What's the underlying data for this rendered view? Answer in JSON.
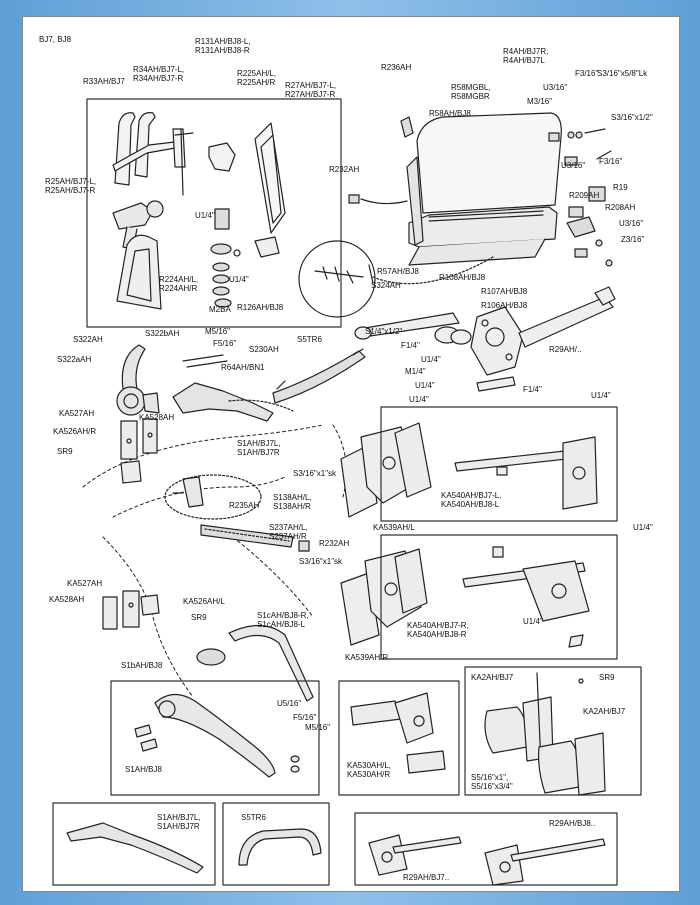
{
  "diagram": {
    "model_header": "BJ7, BJ8",
    "parts": [
      {
        "id": "r131ah",
        "text": "R131AH/BJ8-L,\nR131AH/BJ8-R"
      },
      {
        "id": "r4ah",
        "text": "R4AH/BJ7R,\nR4AH/BJ7L"
      },
      {
        "id": "r34ah",
        "text": "R34AH/BJ7-L,\nR34AH/BJ7-R"
      },
      {
        "id": "r33ah",
        "text": "R33AH/BJ7"
      },
      {
        "id": "r225ah",
        "text": "R225AH/L,\nR225AH/R"
      },
      {
        "id": "r27ah",
        "text": "R27AH/BJ7-L,\nR27AH/BJ7-R"
      },
      {
        "id": "r236ah",
        "text": "R236AH"
      },
      {
        "id": "f3_16_a",
        "text": "F3/16\""
      },
      {
        "id": "s3_16x5_8lk",
        "text": "S3/16\"x5/8\"Lk"
      },
      {
        "id": "u3_16_a",
        "text": "U3/16\""
      },
      {
        "id": "m3_16",
        "text": "M3/16\""
      },
      {
        "id": "r58mgbl",
        "text": "R58MGBL,\nR58MGBR"
      },
      {
        "id": "r58ah",
        "text": "R58AH/BJ8"
      },
      {
        "id": "s3_16x1_2",
        "text": "S3/16\"x1/2\""
      },
      {
        "id": "f3_16_b",
        "text": "F3/16\""
      },
      {
        "id": "u3_16_b",
        "text": "U3/16\""
      },
      {
        "id": "r232ah_a",
        "text": "R232AH"
      },
      {
        "id": "r25ah",
        "text": "R25AH/BJ7-L,\nR25AH/BJ7-R"
      },
      {
        "id": "r19",
        "text": "R19"
      },
      {
        "id": "r209ah",
        "text": "R209AH"
      },
      {
        "id": "r208ah",
        "text": "R208AH"
      },
      {
        "id": "u3_16_c",
        "text": "U3/16\""
      },
      {
        "id": "z3_16",
        "text": "Z3/16\""
      },
      {
        "id": "u1_4_a",
        "text": "U1/4\""
      },
      {
        "id": "r224ah",
        "text": "R224AH/L,\nR224AH/R"
      },
      {
        "id": "u1_4_b",
        "text": "U1/4\""
      },
      {
        "id": "m2ba",
        "text": "M2BA"
      },
      {
        "id": "r126ah",
        "text": "R126AH/BJ8"
      },
      {
        "id": "r57ah",
        "text": "R57AH/BJ8"
      },
      {
        "id": "r108ah",
        "text": "R108AH/BJ8"
      },
      {
        "id": "s324ah",
        "text": "S324AH"
      },
      {
        "id": "r107ah",
        "text": "R107AH/BJ8"
      },
      {
        "id": "r106ah",
        "text": "R106AH/BJ8"
      },
      {
        "id": "s1_4x1_2",
        "text": "S1/4\"x1/2\""
      },
      {
        "id": "f1_4_a",
        "text": "F1/4\""
      },
      {
        "id": "u1_4_c",
        "text": "U1/4\""
      },
      {
        "id": "r29ah_a",
        "text": "R29AH/.."
      },
      {
        "id": "m5_16_a",
        "text": "M5/16\""
      },
      {
        "id": "f5_16_a",
        "text": "F5/16\""
      },
      {
        "id": "s322ah",
        "text": "S322AH"
      },
      {
        "id": "s322bah",
        "text": "S322bAH"
      },
      {
        "id": "s322aah",
        "text": "S322aAH"
      },
      {
        "id": "s5tr6_a",
        "text": "S5TR6"
      },
      {
        "id": "s230ah",
        "text": "S230AH"
      },
      {
        "id": "r64ah",
        "text": "R64AH/BN1"
      },
      {
        "id": "m1_4",
        "text": "M1/4\""
      },
      {
        "id": "u1_4_d",
        "text": "U1/4\""
      },
      {
        "id": "f1_4_b",
        "text": "F1/4\""
      },
      {
        "id": "u1_4_e",
        "text": "U1/4\""
      },
      {
        "id": "u1_4_f",
        "text": "U1/4\""
      },
      {
        "id": "ka527ah_a",
        "text": "KA527AH"
      },
      {
        "id": "ka528ah_a",
        "text": "KA528AH"
      },
      {
        "id": "ka526ahr",
        "text": "KA526AH/R"
      },
      {
        "id": "sr9_a",
        "text": "SR9"
      },
      {
        "id": "s1ah_bj7l_a",
        "text": "S1AH/BJ7L,\nS1AH/BJ7R"
      },
      {
        "id": "s3_16x1sk_a",
        "text": "S3/16\"x1\"sk"
      },
      {
        "id": "ka540ah_l",
        "text": "KA540AH/BJ7-L,\nKA540AH/BJ8-L"
      },
      {
        "id": "r235ah",
        "text": "R235AH"
      },
      {
        "id": "s138ah",
        "text": "S138AH/L,\nS138AH/R"
      },
      {
        "id": "ka539ahl",
        "text": "KA539AH/L"
      },
      {
        "id": "s237ah",
        "text": "S237AH/L,\nS237AH/R"
      },
      {
        "id": "r232ah_b",
        "text": "R232AH"
      },
      {
        "id": "u1_4_g",
        "text": "U1/4\""
      },
      {
        "id": "s3_16x1sk_b",
        "text": "S3/16\"x1\"sk"
      },
      {
        "id": "ka527ah_b",
        "text": "KA527AH"
      },
      {
        "id": "ka528ah_b",
        "text": "KA528AH"
      },
      {
        "id": "ka526ahl",
        "text": "KA526AH/L"
      },
      {
        "id": "sr9_b",
        "text": "SR9"
      },
      {
        "id": "s1cah",
        "text": "S1cAH/BJ8-R,\nS1cAH/BJ8-L"
      },
      {
        "id": "ka540ah_r",
        "text": "KA540AH/BJ7-R,\nKA540AH/BJ8-R"
      },
      {
        "id": "u1_4_h",
        "text": "U1/4\""
      },
      {
        "id": "s1bah",
        "text": "S1bAH/BJ8"
      },
      {
        "id": "ka539ahr",
        "text": "KA539AH/R"
      },
      {
        "id": "u5_16",
        "text": "U5/16\""
      },
      {
        "id": "f5_16_b",
        "text": "F5/16\""
      },
      {
        "id": "m5_16_b",
        "text": "M5/16\""
      },
      {
        "id": "s1ah_bj8",
        "text": "S1AH/BJ8"
      },
      {
        "id": "ka530ah",
        "text": "KA530AH/L,\nKA530AH/R"
      },
      {
        "id": "ka2ah_a",
        "text": "KA2AH/BJ7"
      },
      {
        "id": "sr9_c",
        "text": "SR9"
      },
      {
        "id": "ka2ah_b",
        "text": "KA2AH/BJ7"
      },
      {
        "id": "s5_16x1",
        "text": "S5/16\"x1\",\nS5/16\"x3/4\""
      },
      {
        "id": "s1ah_bj7l_b",
        "text": "S1AH/BJ7L,\nS1AH/BJ7R"
      },
      {
        "id": "s5tr6_b",
        "text": "S5TR6"
      },
      {
        "id": "r29ah_bj8",
        "text": "R29AH/BJ8.."
      },
      {
        "id": "r29ah_bj7",
        "text": "R29AH/BJ7.."
      }
    ]
  }
}
